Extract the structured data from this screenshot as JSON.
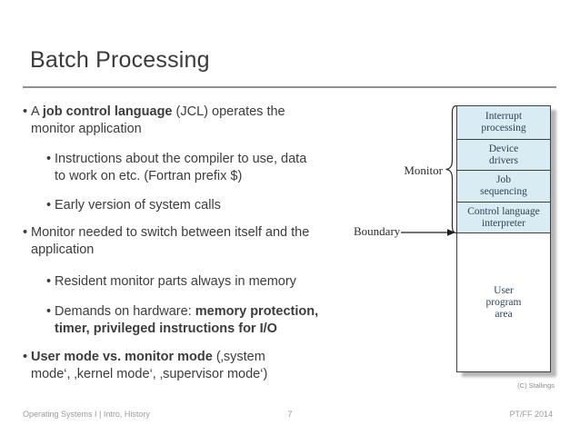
{
  "glyphs": {
    "bullet": "•"
  },
  "slide": {
    "title": "Batch Processing",
    "bullets": [
      {
        "lines": [
          {
            "segs": [
              {
                "t": "A "
              },
              {
                "t": "job control language"
              },
              {
                "t": " (JCL) operates the"
              }
            ]
          },
          {
            "segs": [
              {
                "t": "monitor application"
              }
            ]
          }
        ]
      },
      {
        "lines": [
          {
            "segs": [
              {
                "t": "Instructions about the compiler to use, data"
              }
            ]
          },
          {
            "segs": [
              {
                "t": "to work on etc. (Fortran prefix $)"
              }
            ]
          }
        ]
      },
      {
        "lines": [
          {
            "segs": [
              {
                "t": "Early version of system calls"
              }
            ]
          }
        ]
      },
      {
        "lines": [
          {
            "segs": [
              {
                "t": "Monitor needed to switch between itself and the"
              }
            ]
          },
          {
            "segs": [
              {
                "t": "application"
              }
            ]
          }
        ]
      },
      {
        "lines": [
          {
            "segs": [
              {
                "t": "Resident monitor parts always in memory"
              }
            ]
          }
        ]
      },
      {
        "lines": [
          {
            "segs": [
              {
                "t": "Demands on hardware: "
              },
              {
                "t": "memory protection,"
              }
            ]
          },
          {
            "segs": [
              {
                "t": "timer, privileged instructions for I/O"
              }
            ]
          }
        ]
      },
      {
        "lines": [
          {
            "segs": [
              {
                "t": "User mode vs. monitor mode"
              },
              {
                "t": " (‚system"
              }
            ]
          },
          {
            "segs": [
              {
                "t": "mode‘, ‚kernel mode‘, ‚supervisor mode‘)"
              }
            ]
          }
        ]
      }
    ],
    "footer": {
      "left": "Operating Systems I | Intro, History",
      "page": "7",
      "right": "PT/FF 2014"
    }
  },
  "diagram": {
    "monitor_label": "Monitor",
    "boundary_label": "Boundary",
    "credit": "(C) Stallings",
    "cells": [
      {
        "lines": [
          "Interrupt",
          "processing"
        ]
      },
      {
        "lines": [
          "Device",
          "drivers"
        ]
      },
      {
        "lines": [
          "Job",
          "sequencing"
        ]
      },
      {
        "lines": [
          "Control language",
          "interpreter"
        ]
      },
      {
        "lines": [
          "User",
          "program",
          "area"
        ]
      }
    ],
    "colors": {
      "cell_fill": "#d9ebf3",
      "user_area_fill": "#ffffff",
      "cell_border": "#3f3f3f",
      "cell_text": "#2e4456",
      "shadow": "#b6b6b6"
    }
  }
}
